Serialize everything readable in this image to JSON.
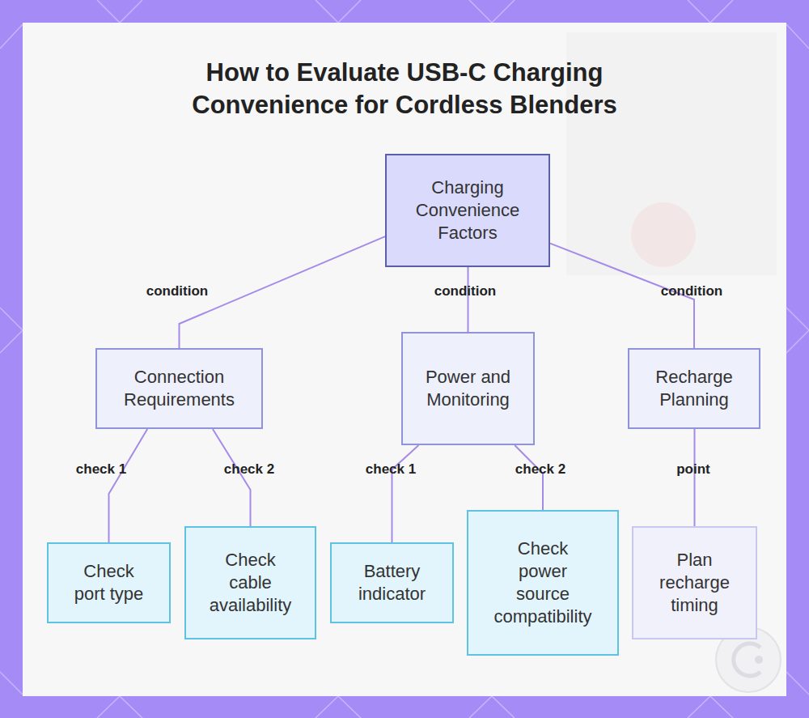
{
  "diagram": {
    "title": "How to Evaluate USB-C Charging Convenience for Cordless Blenders",
    "nodes": [
      {
        "text": [
          "Charging Convenience Factors"
        ]
      },
      {
        "text": [
          "Connection Requirements"
        ]
      },
      {
        "text": [
          "Power and Monitoring"
        ]
      },
      {
        "text": [
          "Recharge Planning"
        ]
      },
      {
        "text": [
          "Check port type"
        ]
      },
      {
        "text": [
          "Check cable availability"
        ]
      },
      {
        "text": [
          "Battery indicator"
        ]
      },
      {
        "text": [
          "Check power source compatibility"
        ]
      },
      {
        "text": [
          "Plan recharge timing"
        ]
      }
    ],
    "edges": [
      {
        "from": 0,
        "to": 1,
        "label": "condition",
        "arrow": "none"
      },
      {
        "from": 0,
        "to": 2,
        "label": "condition",
        "arrow": "none"
      },
      {
        "from": 0,
        "to": 3,
        "label": "condition",
        "arrow": "none"
      },
      {
        "from": 1,
        "to": 4,
        "label": "check 1",
        "arrow": "none"
      },
      {
        "from": 1,
        "to": 5,
        "label": "check 2",
        "arrow": "none"
      },
      {
        "from": 2,
        "to": 6,
        "label": "check 1",
        "arrow": "none"
      },
      {
        "from": 2,
        "to": 7,
        "label": "check 2",
        "arrow": "none"
      },
      {
        "from": 3,
        "to": 8,
        "label": "point",
        "arrow": "none"
      }
    ]
  }
}
